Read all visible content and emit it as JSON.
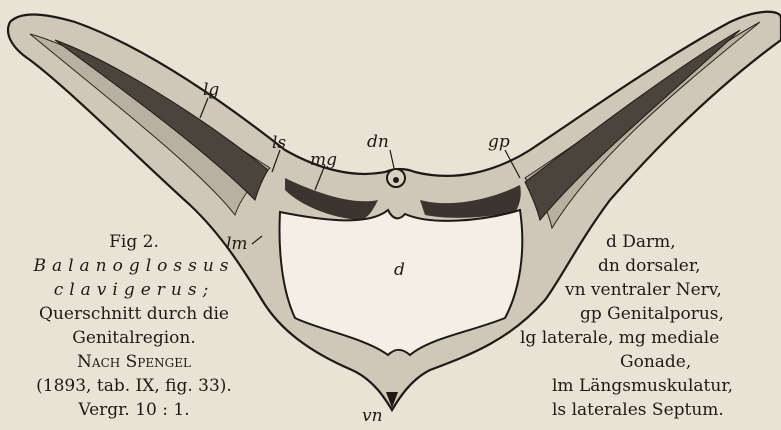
{
  "labels": {
    "lg": "lg",
    "ls": "ls",
    "mg": "mg",
    "dn": "dn",
    "gp": "gp",
    "lm": "lm",
    "d": "d",
    "vn": "vn"
  },
  "caption": {
    "fig": "Fig 2.",
    "species_1": "Balanoglossus",
    "species_2": "clavigerus;",
    "line_1": "Querschnitt durch die",
    "line_2": "Genitalregion.",
    "line_3": "Nach Spengel",
    "line_4": "(1893, tab. IX, fig. 33).",
    "line_5": "Vergr. 10 : 1."
  },
  "legend": [
    "d Darm,",
    "dn dorsaler,",
    "vn ventraler Nerv,",
    "gp Genitalporus,",
    "lg laterale, mg mediale",
    "Gonade,",
    "lm Längsmuskulatur,",
    "ls laterales Septum."
  ]
}
